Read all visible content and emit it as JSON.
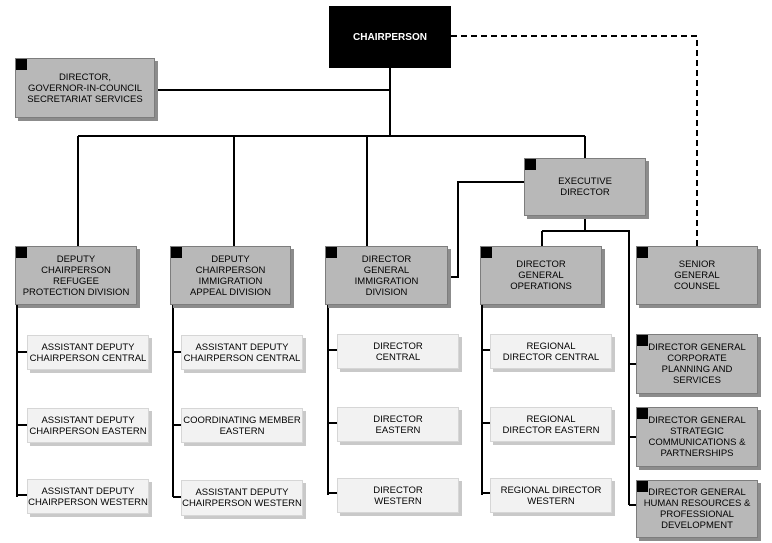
{
  "chairperson": "CHAIRPERSON",
  "director_gic": "DIRECTOR,\nGOVERNOR-IN-COUNCIL\nSECRETARIAT SERVICES",
  "executive_director": "EXECUTIVE\nDIRECTOR",
  "divisions": {
    "refugee": "DEPUTY\nCHAIRPERSON\nREFUGEE\nPROTECTION DIVISION",
    "appeal": "DEPUTY\nCHAIRPERSON\nIMMIGRATION\nAPPEAL DIVISION",
    "immigration": "DIRECTOR\nGENERAL\nIMMIGRATION\nDIVISION",
    "operations": "DIRECTOR\nGENERAL\nOPERATIONS",
    "counsel": "SENIOR\nGENERAL\nCOUNSEL"
  },
  "refugee_sub": [
    "ASSISTANT DEPUTY\nCHAIRPERSON CENTRAL",
    "ASSISTANT DEPUTY\nCHAIRPERSON EASTERN",
    "ASSISTANT DEPUTY\nCHAIRPERSON WESTERN"
  ],
  "appeal_sub": [
    "ASSISTANT DEPUTY\nCHAIRPERSON CENTRAL",
    "COORDINATING MEMBER\nEASTERN",
    "ASSISTANT DEPUTY\nCHAIRPERSON WESTERN"
  ],
  "immigration_sub": [
    "DIRECTOR\nCENTRAL",
    "DIRECTOR\nEASTERN",
    "DIRECTOR\nWESTERN"
  ],
  "operations_sub": [
    "REGIONAL\nDIRECTOR CENTRAL",
    "REGIONAL\nDIRECTOR EASTERN",
    "REGIONAL DIRECTOR\nWESTERN"
  ],
  "right_column": [
    "DIRECTOR GENERAL\nCORPORATE\nPLANNING AND\nSERVICES",
    "DIRECTOR GENERAL\nSTRATEGIC\nCOMMUNICATIONS &\nPARTNERSHIPS",
    "DIRECTOR GENERAL\nHUMAN RESOURCES &\nPROFESSIONAL\nDEVELOPMENT"
  ]
}
